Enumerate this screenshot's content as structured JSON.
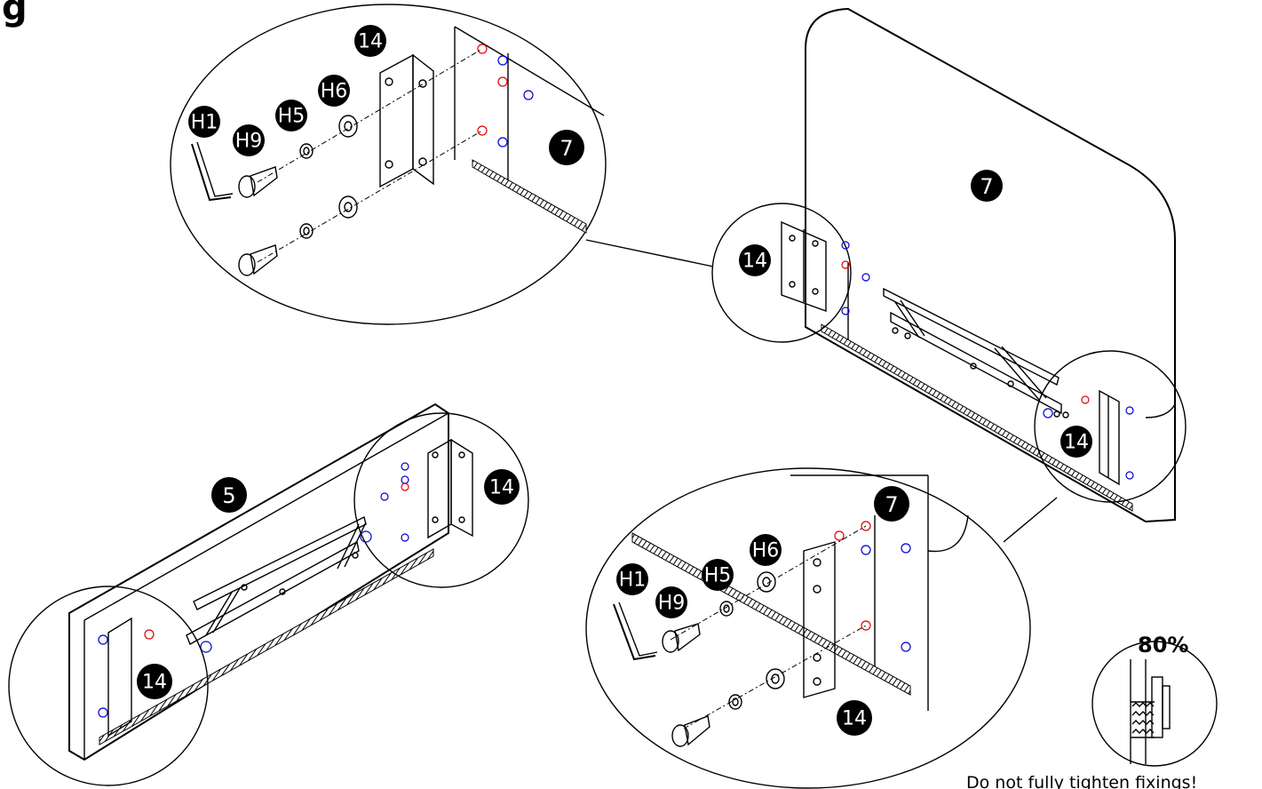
{
  "corner_glyph": "g",
  "callouts": {
    "part_7_top": "7",
    "part_7_zoom": "7",
    "part_7_bottom": "7",
    "part_5": "5",
    "bracket_14_a": "14",
    "bracket_14_b": "14",
    "bracket_14_c": "14",
    "bracket_14_d": "14",
    "bracket_14_e": "14",
    "bracket_14_f": "14",
    "hex_key_top": "H1",
    "screw_top": "H9",
    "spring_washer_top": "H5",
    "flat_washer_top": "H6",
    "hex_key_bottom": "H1",
    "screw_bottom": "H9",
    "spring_washer_bottom": "H5",
    "flat_washer_bottom": "H6"
  },
  "tightness_percent": "80%",
  "note": "Do not fully tighten fixings!",
  "colors": {
    "hole_red": "#e00000",
    "hole_blue": "#0000d0",
    "badge": "#000000"
  }
}
